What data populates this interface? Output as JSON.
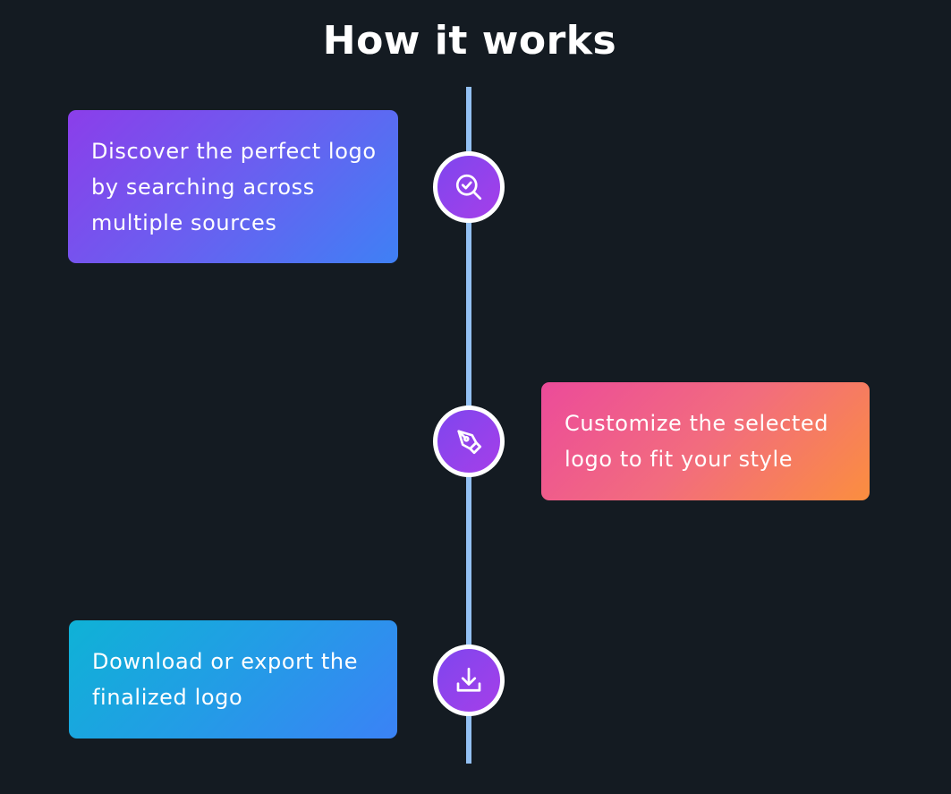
{
  "header": {
    "title": "How it works"
  },
  "steps": [
    {
      "text": "Discover the perfect logo by searching across multiple sources",
      "icon": "search-check-icon"
    },
    {
      "text": "Customize the selected logo to fit your style",
      "icon": "pen-tool-icon"
    },
    {
      "text": "Download or export the finalized logo",
      "icon": "download-icon"
    }
  ],
  "colors": {
    "background": "#141b22",
    "timeline": "#93c0f2",
    "node_gradient": [
      "#7f46ee",
      "#a53fe9"
    ],
    "card_1_gradient": [
      "#8b3eea",
      "#3f80f5"
    ],
    "card_2_gradient": [
      "#ec4b9a",
      "#fb8e3f"
    ],
    "card_3_gradient": [
      "#0fb2d6",
      "#3b82f6"
    ]
  }
}
